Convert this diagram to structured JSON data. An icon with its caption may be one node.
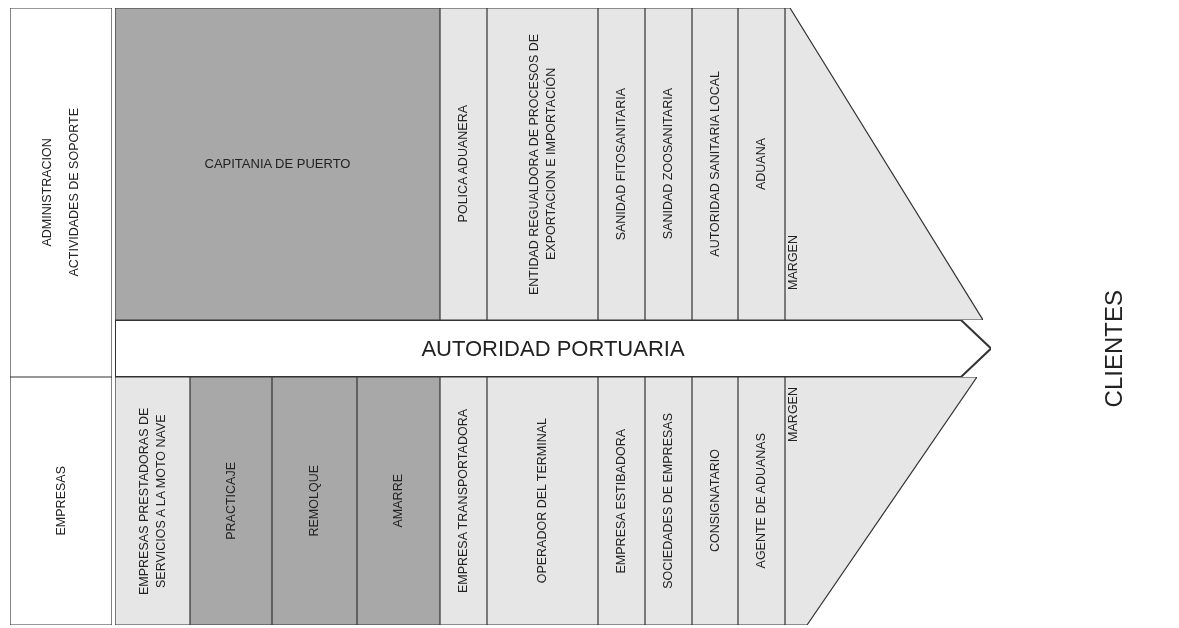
{
  "diagram": {
    "nodes": [
      {
        "text": [
          "ADMINISTRACION",
          "ACTIVIDADES DE SOPORTE"
        ]
      },
      {
        "text": [
          "EMPRESAS"
        ]
      },
      {
        "text": [
          "CAPITANIA DE PUERTO"
        ]
      },
      {
        "text": [
          "POLICA ADUANERA"
        ]
      },
      {
        "text": [
          "ENTIDAD REGUALDORA DE PROCESOS DE EXPORTACION E IMPORTACIÓN"
        ]
      },
      {
        "text": [
          "SANIDAD FITOSANITARIA"
        ]
      },
      {
        "text": [
          "SANIDAD ZOOSANITARIA"
        ]
      },
      {
        "text": [
          "AUTORIDAD SANITARIA LOCAL"
        ]
      },
      {
        "text": [
          "ADUANA"
        ]
      },
      {
        "text": [
          "MARGEN"
        ]
      },
      {
        "text": [
          "AUTORIDAD PORTUARIA"
        ]
      },
      {
        "text": [
          "EMPRESAS PRESTADORAS DE SERVICIOS A LA MOTO NAVE"
        ]
      },
      {
        "text": [
          "PRACTICAJE"
        ]
      },
      {
        "text": [
          "REMOLQUE"
        ]
      },
      {
        "text": [
          "AMARRE"
        ]
      },
      {
        "text": [
          "EMPRESA TRANSPORTADORA"
        ]
      },
      {
        "text": [
          "OPERADOR DEL TERMINAL"
        ]
      },
      {
        "text": [
          "EMPRESA ESTIBADORA"
        ]
      },
      {
        "text": [
          "SOCIEDADES DE EMPRESAS"
        ]
      },
      {
        "text": [
          "CONSIGNATARIO"
        ]
      },
      {
        "text": [
          "AGENTE DE ADUANAS"
        ]
      },
      {
        "text": [
          "MARGEN"
        ]
      }
    ],
    "labels": [
      "CLIENTES"
    ]
  }
}
